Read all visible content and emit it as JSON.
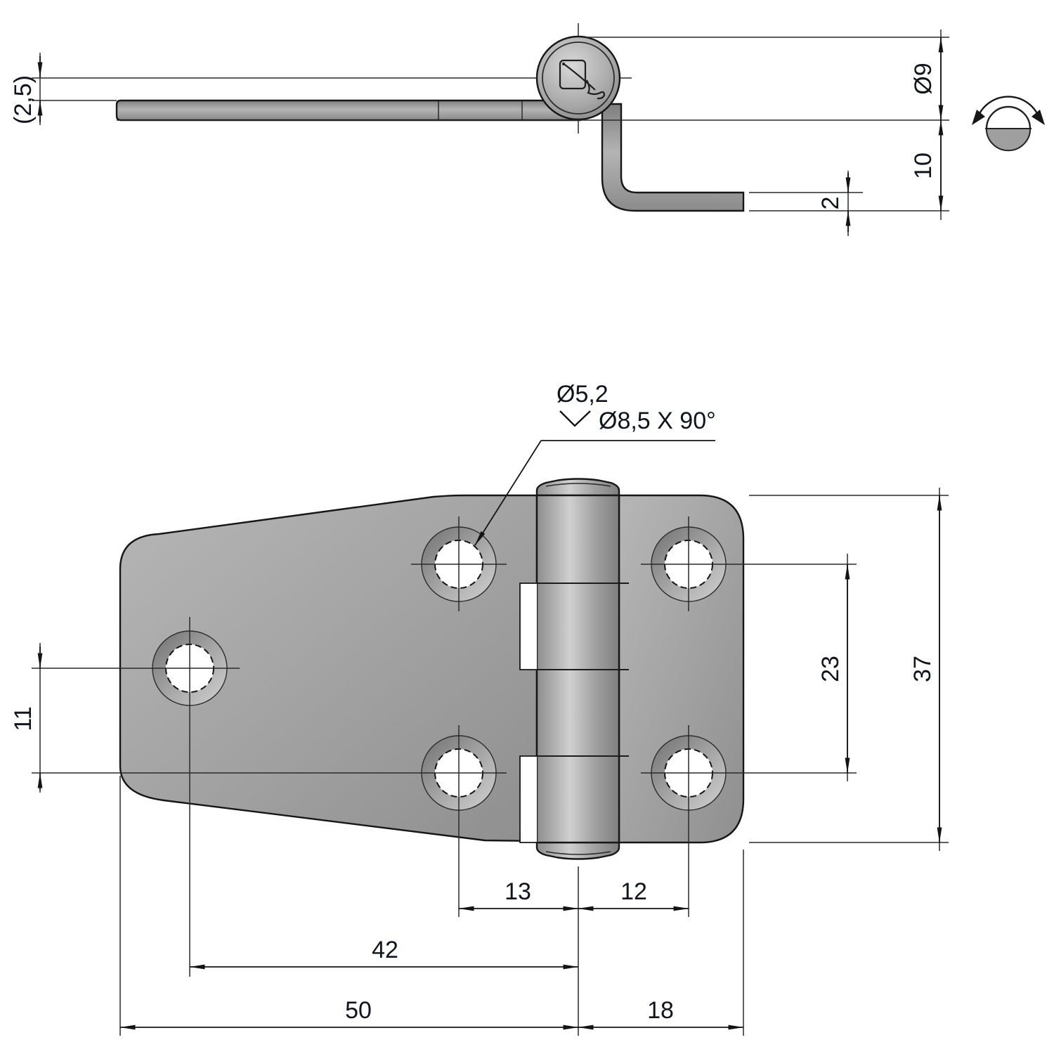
{
  "title": "hinge-technical-drawing",
  "side_view": {
    "dim_offset": "(2,5)",
    "dim_pin_diameter": "Ø9",
    "dim_drop": "10",
    "dim_thickness": "2",
    "rotation_icon": "rotation-both-ways"
  },
  "front_view": {
    "callout_hole_diameter": "Ø5,2",
    "callout_countersink": "Ø8,5 X 90°",
    "dim_left_holes_to_pin": "13",
    "dim_pin_to_right_holes": "12",
    "dim_single_hole_to_pin": "42",
    "dim_left_edge_to_pin": "50",
    "dim_pin_to_right_edge": "18",
    "dim_single_hole_offset": "11",
    "dim_right_holes_spacing": "23",
    "dim_leaf_height": "37"
  },
  "colors": {
    "background": "#ffffff",
    "metal_light": "#cfcfcf",
    "metal_mid": "#a6a6a6",
    "metal_dark": "#808080",
    "line": "#161616",
    "dimension_text": "#10151d"
  }
}
